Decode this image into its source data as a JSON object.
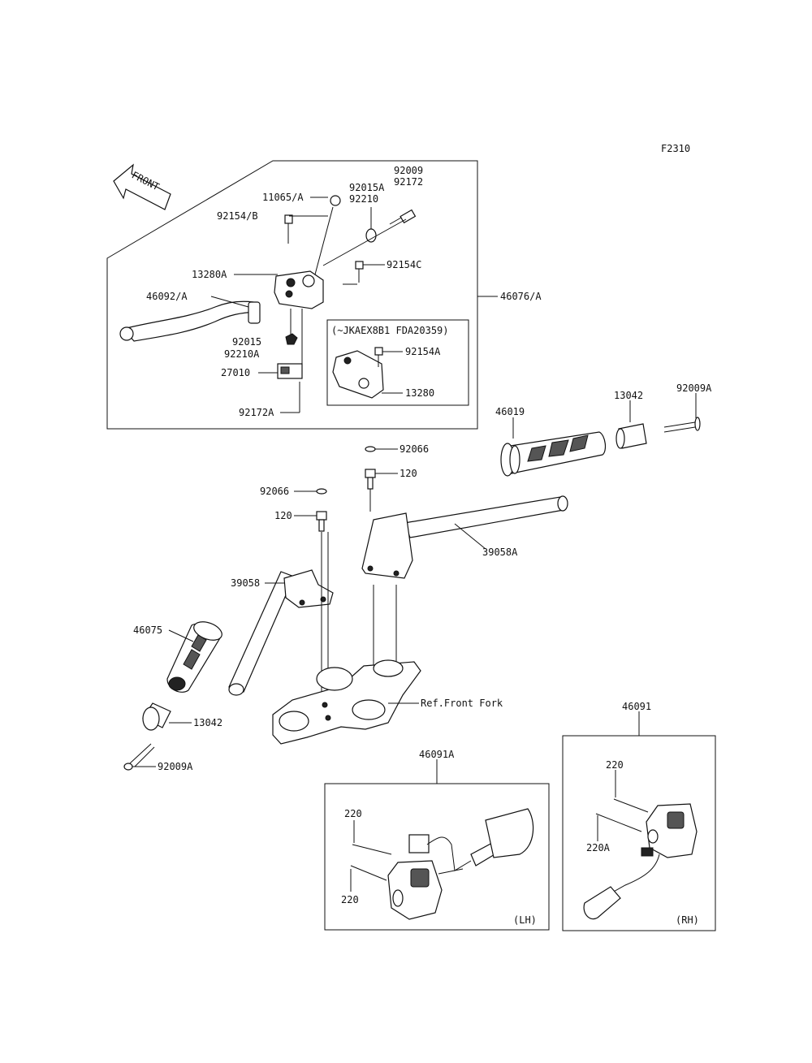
{
  "figure_code": "F2310",
  "front_label": "FRONT",
  "labels": {
    "l_92009": "92009",
    "l_92172": "92172",
    "l_92015A": "92015A",
    "l_92210": "92210",
    "l_11065A": "11065/A",
    "l_92154B": "92154/B",
    "l_92154C": "92154C",
    "l_13280A": "13280A",
    "l_46076A": "46076/A",
    "l_46092A": "46092/A",
    "l_92015": "92015",
    "l_92210A": "92210A",
    "l_27010": "27010",
    "l_92172A": "92172A",
    "l_variant": "(~JKAEX8B1 FDA20359)",
    "l_92154A": "92154A",
    "l_13280": "13280",
    "l_46019": "46019",
    "l_13042_r": "13042",
    "l_92009A_r": "92009A",
    "l_92066_top": "92066",
    "l_120_top": "120",
    "l_92066_left": "92066",
    "l_120_left": "120",
    "l_39058A": "39058A",
    "l_39058": "39058",
    "l_46075": "46075",
    "l_ref_fork": "Ref.Front Fork",
    "l_13042_l": "13042",
    "l_92009A_l": "92009A",
    "l_46091": "46091",
    "l_46091A": "46091A",
    "l_220_rh": "220",
    "l_220A": "220A",
    "l_rh": "(RH)",
    "l_220_lh_top": "220",
    "l_220_lh_bot": "220",
    "l_lh": "(LH)"
  }
}
